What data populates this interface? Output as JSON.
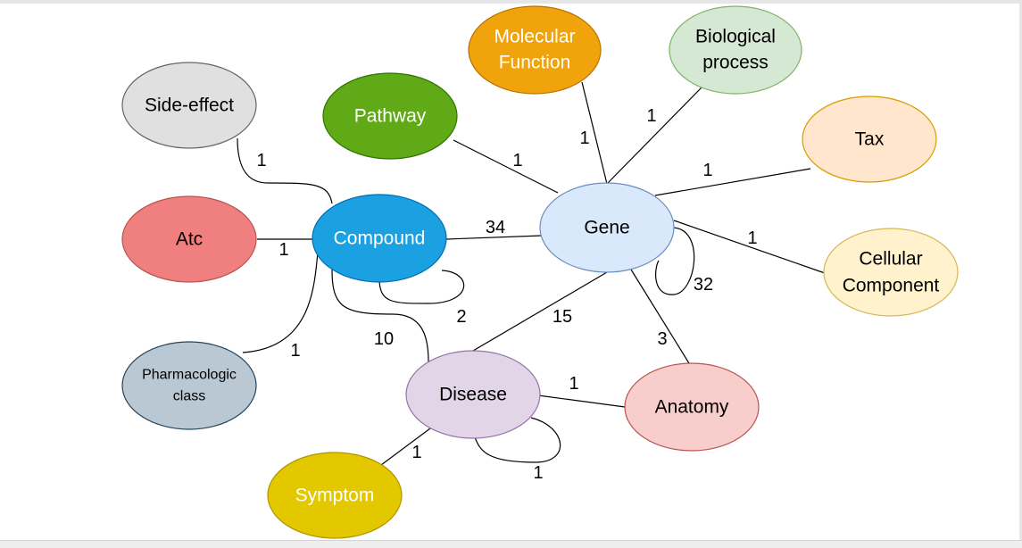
{
  "nodes": {
    "molecular_function": {
      "line1": "Molecular",
      "line2": "Function",
      "fill": "#f0a30a",
      "stroke": "#bd7000",
      "text_color": "#ffffff"
    },
    "biological_process": {
      "line1": "Biological",
      "line2": "process",
      "fill": "#d5e8d4",
      "stroke": "#82b366",
      "text_color": "#000000"
    },
    "side_effect": {
      "line1": "Side-effect",
      "fill": "#e0e0e0",
      "stroke": "#666666",
      "text_color": "#000000"
    },
    "pathway": {
      "line1": "Pathway",
      "fill": "#60a917",
      "stroke": "#2d7600",
      "text_color": "#ffffff"
    },
    "tax": {
      "line1": "Tax",
      "fill": "#ffe6cc",
      "stroke": "#d79b00",
      "text_color": "#000000"
    },
    "atc": {
      "line1": "Atc",
      "fill": "#f08080",
      "stroke": "#b85450",
      "text_color": "#000000"
    },
    "compound": {
      "line1": "Compound",
      "fill": "#1ba1e2",
      "stroke": "#006eaf",
      "text_color": "#ffffff"
    },
    "gene": {
      "line1": "Gene",
      "fill": "#dae8fc",
      "stroke": "#6c8ebf",
      "text_color": "#000000"
    },
    "cellular_component": {
      "line1": "Cellular",
      "line2": "Component",
      "fill": "#fff2cc",
      "stroke": "#d6b656",
      "text_color": "#000000"
    },
    "pharmacologic_class": {
      "line1": "Pharmacologic",
      "line2": "class",
      "fill": "#bac8d3",
      "stroke": "#23445d",
      "text_color": "#000000"
    },
    "disease": {
      "line1": "Disease",
      "fill": "#e1d5e7",
      "stroke": "#9673a6",
      "text_color": "#000000"
    },
    "anatomy": {
      "line1": "Anatomy",
      "fill": "#f8cecc",
      "stroke": "#b85450",
      "text_color": "#000000"
    },
    "symptom": {
      "line1": "Symptom",
      "fill": "#e3c800",
      "stroke": "#b09500",
      "text_color": "#ffffff"
    }
  },
  "edges": {
    "compound_side_effect": "1",
    "compound_atc": "1",
    "compound_pharmacologic_class": "1",
    "compound_gene": "34",
    "compound_compound": "2",
    "compound_disease": "10",
    "gene_pathway": "1",
    "gene_molecular_function": "1",
    "gene_biological_process": "1",
    "gene_tax": "1",
    "gene_cellular_component": "1",
    "gene_gene": "32",
    "gene_disease": "15",
    "gene_anatomy": "3",
    "disease_anatomy": "1",
    "disease_disease": "1",
    "disease_symptom": "1"
  }
}
